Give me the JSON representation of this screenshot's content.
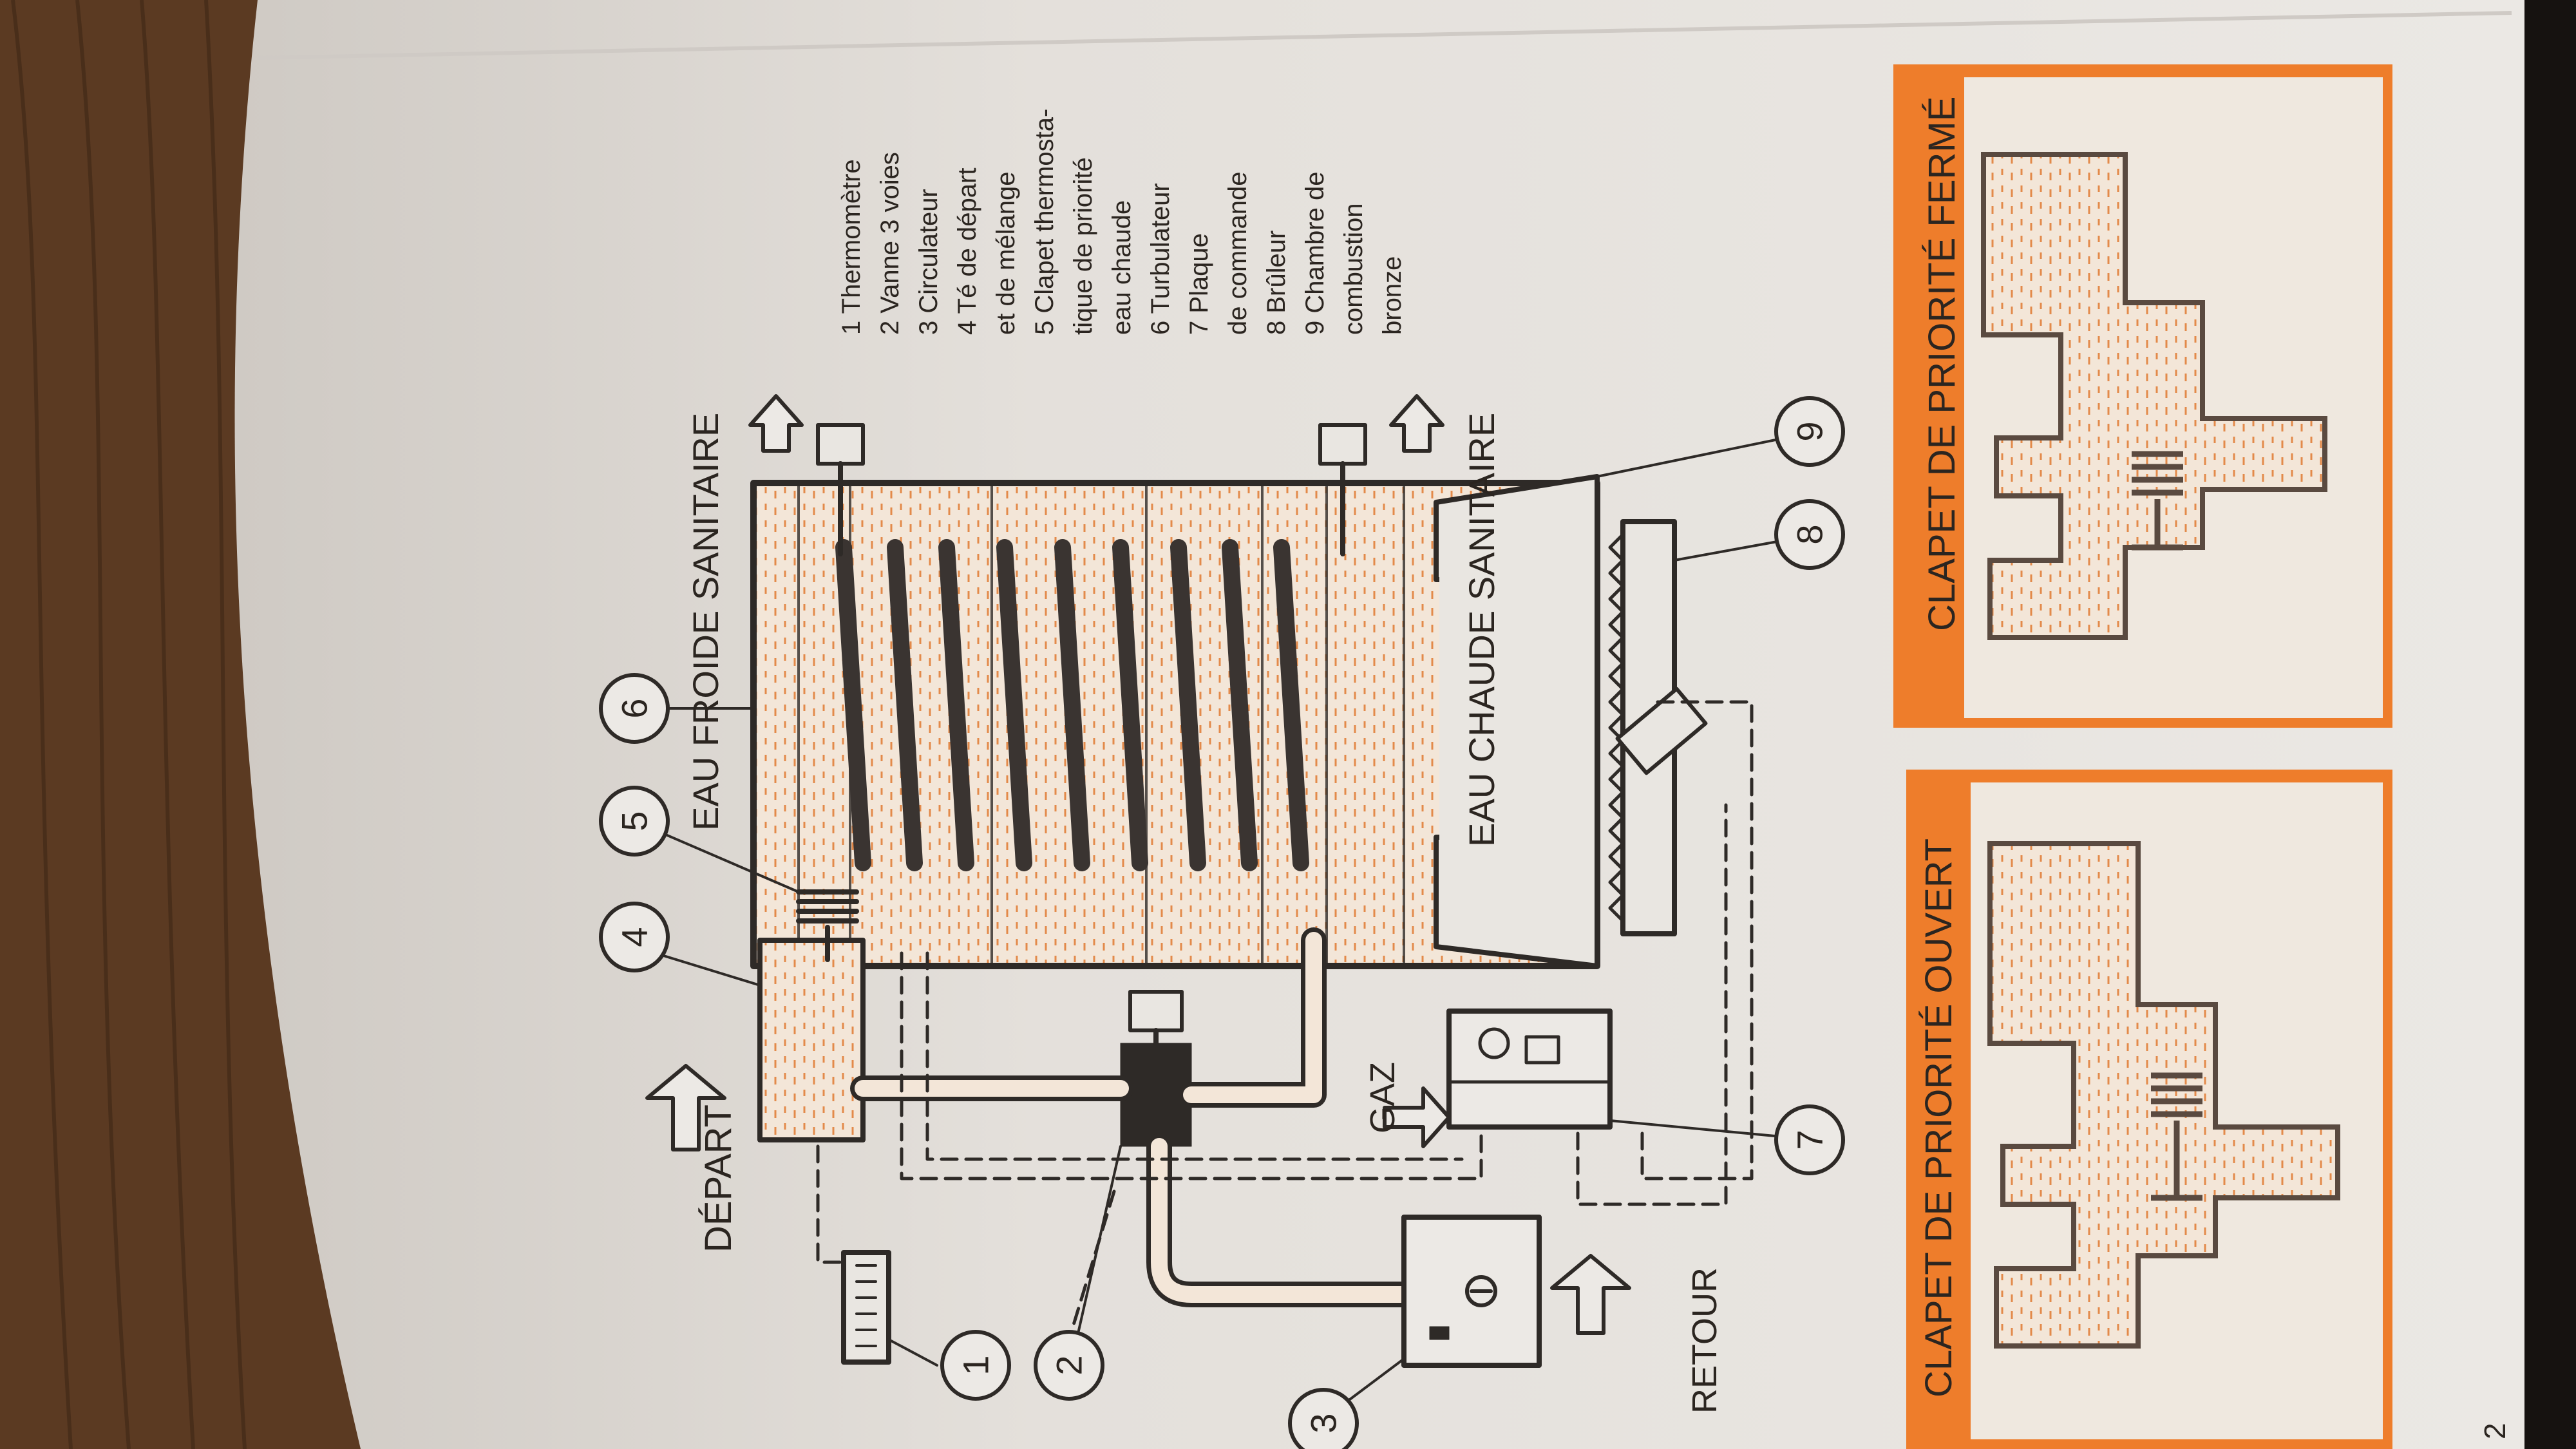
{
  "diagram": {
    "labels": {
      "depart": "DÉPART",
      "retour": "RETOUR",
      "gaz": "GAZ",
      "eau_froide": "EAU FROIDE SANITAIRE",
      "eau_chaude": "EAU CHAUDE SANITAIRE"
    },
    "callouts": [
      "1",
      "2",
      "3",
      "4",
      "5",
      "6",
      "7",
      "8",
      "9"
    ]
  },
  "legend": {
    "lines": [
      "1  Thermomètre",
      "2  Vanne 3 voies",
      "3  Circulateur",
      "4  Té de départ",
      "     et de mélange",
      "5  Clapet thermosta-",
      "     tique de priorité",
      "     eau chaude",
      "6  Turbulateur",
      "7  Plaque",
      "     de commande",
      "8  Brûleur",
      "9  Chambre de",
      "     combustion",
      "     bronze"
    ]
  },
  "panels": {
    "open_title": "CLAPET DE PRIORITÉ OUVERT",
    "closed_title": "CLAPET DE PRIORITÉ FERMÉ"
  },
  "page_number": "2",
  "colors": {
    "panel_orange": "#ee7d2b",
    "water_fill": "#f1e2d3",
    "paper": "#e9e6e1",
    "wood": "#5b3a22",
    "ink": "#2e2a27"
  }
}
